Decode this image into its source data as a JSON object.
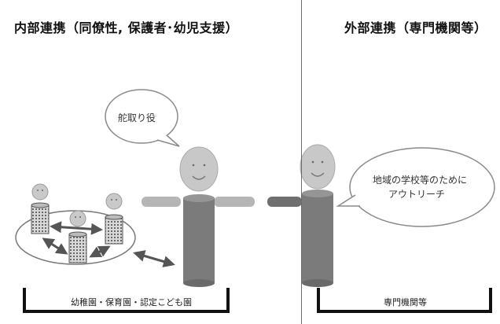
{
  "titles": {
    "internal": "内部連携（同僚性, 保護者･幼児支援）",
    "external": "外部連携（専門機関等）"
  },
  "bubbles": {
    "left": "舵取り役",
    "right_line1": "地域の学校等のために",
    "right_line2": "アウトリーチ"
  },
  "brackets": {
    "left": "幼稚園・保育園・認定こども園",
    "right": "専門機関等"
  }
}
